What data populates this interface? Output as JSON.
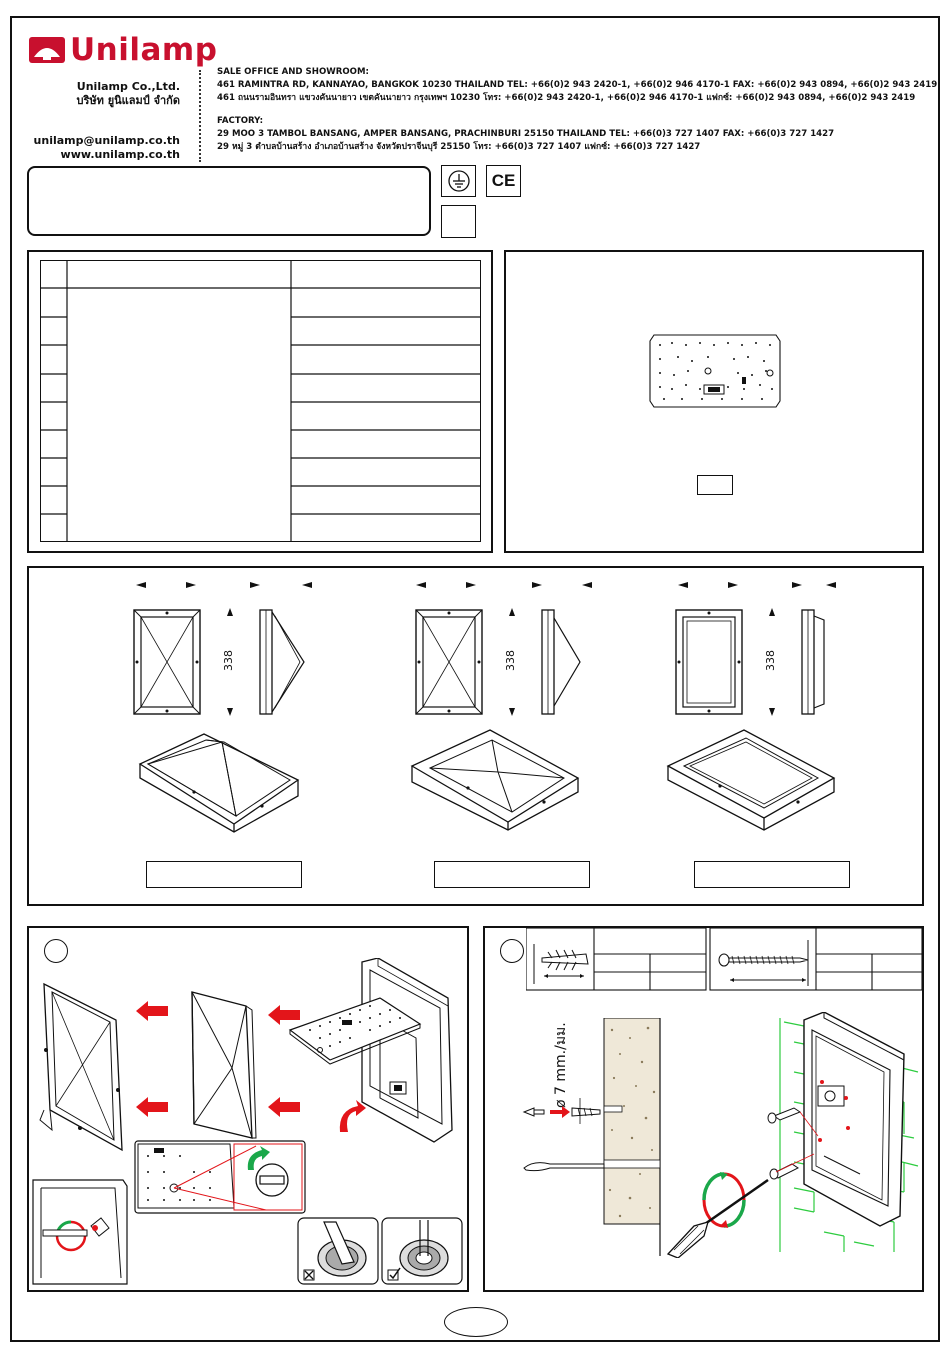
{
  "header": {
    "brand": "Unilamp",
    "company_en": "Unilamp Co.,Ltd.",
    "company_th": "บริษัท ยูนิแลมป์ จำกัด",
    "email": "unilamp@unilamp.co.th",
    "website": "www.unilamp.co.th",
    "sale_office_title": "SALE OFFICE AND SHOWROOM:",
    "sale_office_en": "461 RAMINTRA RD, KANNAYAO, BANGKOK 10230 THAILAND TEL: +66(0)2 943 2420-1, +66(0)2 946 4170-1 FAX: +66(0)2 943 0894, +66(0)2 943 2419",
    "sale_office_th": "461 ถนนรามอินทรา แขวงคันนายาว เขตคันนายาว กรุงเทพฯ 10230  โทร: +66(0)2 943 2420-1, +66(0)2 946 4170-1 แฟกซ์: +66(0)2 943 0894, +66(0)2 943 2419",
    "factory_title": "FACTORY:",
    "factory_en": "29 MOO 3 TAMBOL BANSANG, AMPER BANSANG, PRACHINBURI 25150 THAILAND TEL: +66(0)3 727 1407 FAX: +66(0)3 727 1427",
    "factory_th": "29 หมู่ 3 ตำบลบ้านสร้าง อำเภอบ้านสร้าง จังหวัดปราจีนบุรี  25150  โทร: +66(0)3 727 1407 แฟกซ์: +66(0)3 727 1427"
  },
  "marks": {
    "ce": "CE"
  },
  "dimensions": {
    "height_1": "338",
    "height_2": "338",
    "height_3": "338"
  },
  "install": {
    "drill_label": "ø 7 mm./มม."
  },
  "colors": {
    "brand_red": "#c8102e",
    "arrow_red": "#e3151a",
    "wall_green": "#2ecc40",
    "rotate_green": "#1aa84a"
  },
  "icons": [
    "earth-ground-icon",
    "ce-mark-icon",
    "arrow-red-icon",
    "rotate-arrow-icon",
    "screwdriver-icon",
    "screw-icon",
    "wall-plug-icon",
    "checkbox-ok-icon",
    "checkbox-x-icon"
  ]
}
